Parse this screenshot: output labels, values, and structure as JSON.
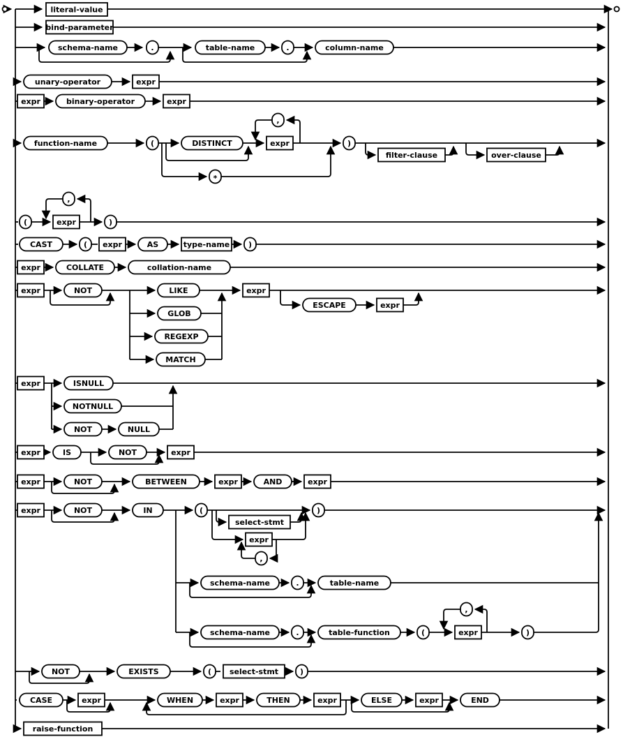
{
  "diagram": {
    "labels": {
      "literal_value": "literal-value",
      "bind_parameter": "bind-parameter",
      "schema_name": "schema-name",
      "table_name": "table-name",
      "column_name": "column-name",
      "unary_operator": "unary-operator",
      "binary_operator": "binary-operator",
      "expr": "expr",
      "function_name": "function-name",
      "distinct": "DISTINCT",
      "filter_clause": "filter-clause",
      "over_clause": "over-clause",
      "cast": "CAST",
      "as": "AS",
      "type_name": "type-name",
      "collate": "COLLATE",
      "collation_name": "collation-name",
      "not": "NOT",
      "like": "LIKE",
      "glob": "GLOB",
      "regexp": "REGEXP",
      "match": "MATCH",
      "escape": "ESCAPE",
      "isnull": "ISNULL",
      "notnull": "NOTNULL",
      "null": "NULL",
      "is": "IS",
      "between": "BETWEEN",
      "and": "AND",
      "in": "IN",
      "select_stmt": "select-stmt",
      "table_function": "table-function",
      "exists": "EXISTS",
      "case": "CASE",
      "when": "WHEN",
      "then": "THEN",
      "else": "ELSE",
      "end": "END",
      "raise_function": "raise-function",
      "lparen": "(",
      "rparen": ")",
      "comma": ",",
      "dot": ".",
      "star": "*"
    },
    "alternatives": [
      "literal-value",
      "bind-parameter",
      "[schema-name .] [table-name .] column-name",
      "unary-operator expr",
      "expr binary-operator expr",
      "function-name ( [DISTINCT] expr [, expr ...] | * ) [filter-clause] [over-clause]",
      "( expr [, expr ...] )",
      "CAST ( expr AS type-name )",
      "expr COLLATE collation-name",
      "expr [NOT] LIKE|GLOB|REGEXP|MATCH expr [ESCAPE expr]",
      "expr ISNULL | NOTNULL | NOT NULL",
      "expr IS [NOT] expr",
      "expr [NOT] BETWEEN expr AND expr",
      "expr [NOT] IN ( [select-stmt | expr , ...] ) | [schema-name .] table-name | [schema-name .] table-function ( expr , ... )",
      "[NOT] EXISTS ( select-stmt )",
      "CASE [expr] WHEN expr THEN expr ... [ELSE expr] END",
      "raise-function"
    ]
  }
}
